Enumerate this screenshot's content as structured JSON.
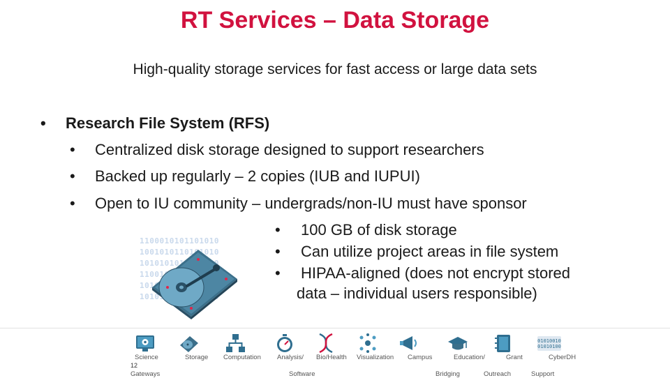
{
  "slide": {
    "title": "RT Services – Data Storage",
    "subtitle": "High-quality storage services for fast access or large data sets",
    "bullet_glyph": "•",
    "main_bullet": "Research File System (RFS)",
    "sub_bullets": [
      "Centralized disk storage designed to support researchers",
      "Backed up regularly – 2 copies (IUB and IUPUI)",
      "Open to IU community – undergrads/non-IU must have sponsor"
    ],
    "sub_bullets_2": [
      "100 GB of disk storage",
      "Can utilize project areas in file system",
      "HIPAA-aligned (does not encrypt stored"
    ],
    "continuation": "data – individual users responsible)",
    "binary_lines": [
      "1100010101101010",
      "1001010110101010",
      "1010101010101100",
      "1100101010110100",
      "1010101010101010",
      "1010101010010100"
    ],
    "page_number": "12",
    "accent_color": "#d1123f"
  },
  "footer": {
    "nav": [
      {
        "label": "Science",
        "sub": "Gateways",
        "icon": "monitor-gear-icon"
      },
      {
        "label": "Storage",
        "sub": "",
        "icon": "hard-drive-icon"
      },
      {
        "label": "Computation",
        "sub": "",
        "icon": "network-nodes-icon"
      },
      {
        "label": "Analysis/",
        "sub": "Software",
        "icon": "stopwatch-icon"
      },
      {
        "label": "Bio/Health",
        "sub": "",
        "icon": "dna-icon"
      },
      {
        "label": "Visualization",
        "sub": "",
        "icon": "molecule-icon"
      },
      {
        "label": "Campus",
        "sub": "Bridging",
        "icon": "megaphone-icon"
      },
      {
        "label": "Education/",
        "sub": "Outreach",
        "icon": "graduation-cap-icon"
      },
      {
        "label": "Grant",
        "sub": "Support",
        "icon": "notebook-icon"
      },
      {
        "label": "CyberDH",
        "sub": "",
        "icon": "binary-book-icon"
      }
    ],
    "binary_icon_text": [
      "01010010",
      "01010100"
    ]
  }
}
